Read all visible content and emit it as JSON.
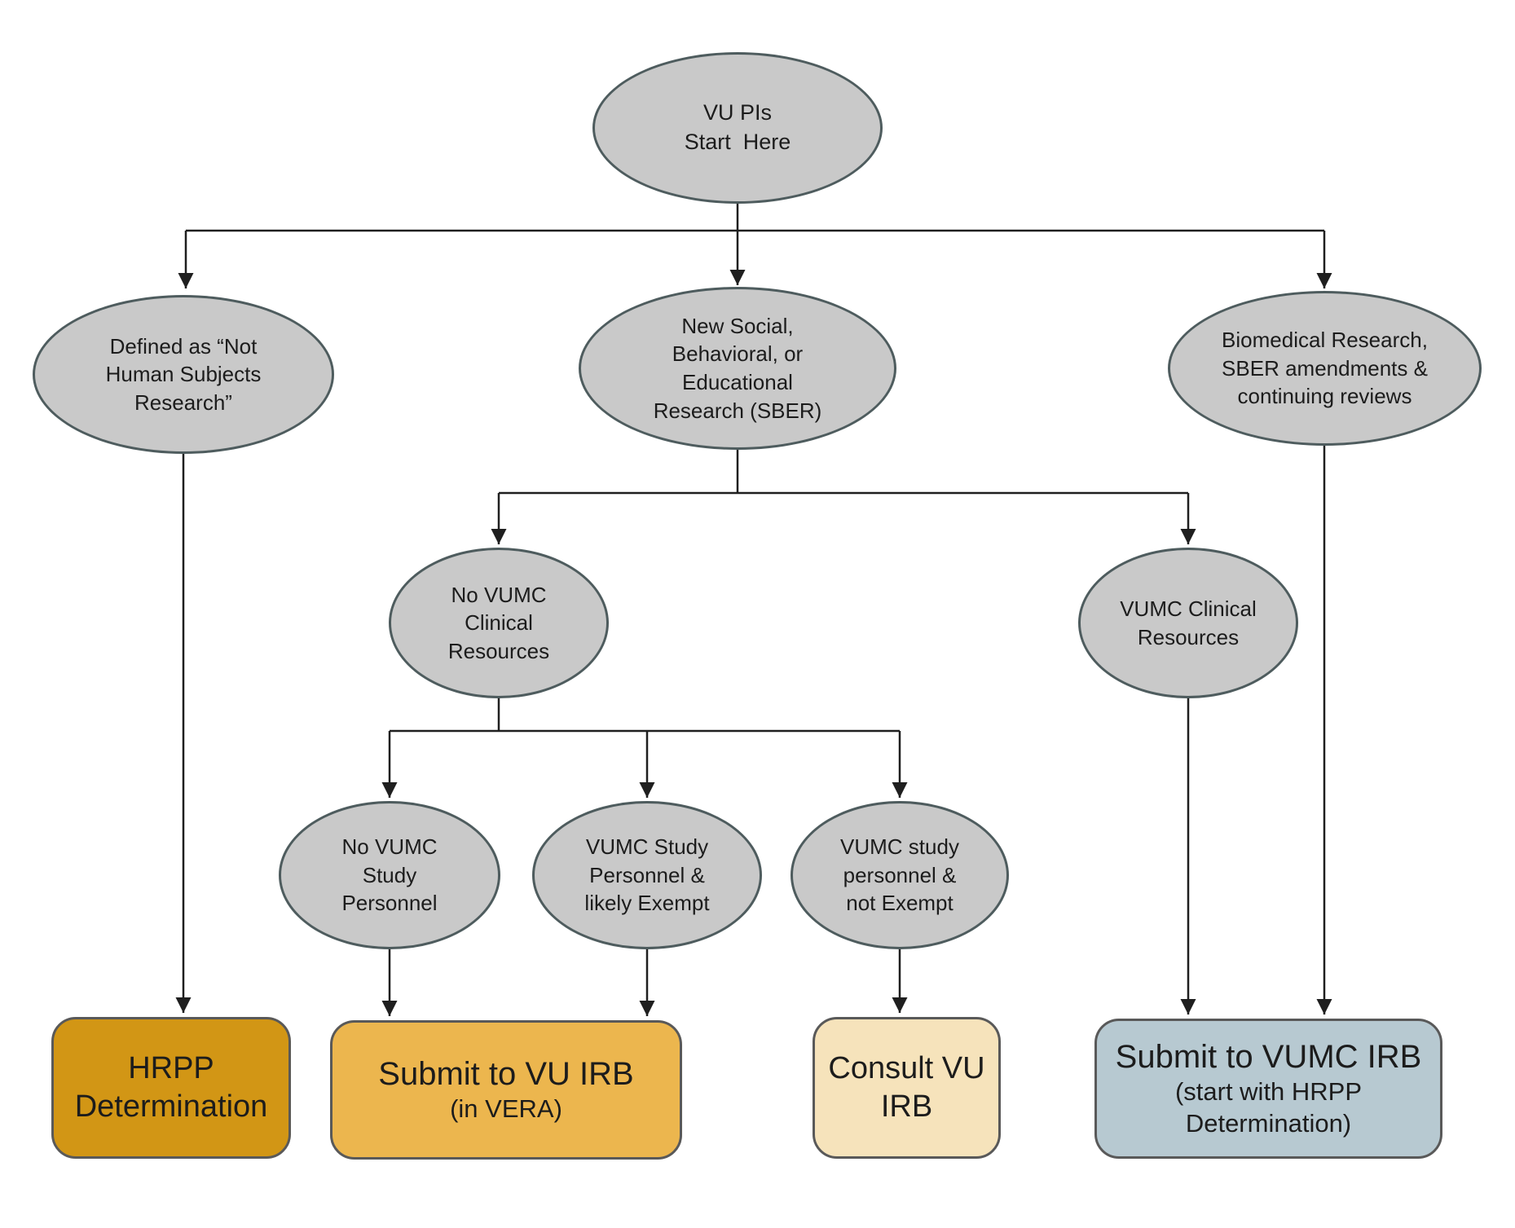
{
  "colors": {
    "ellipse_fill": "#c9c9c9",
    "ellipse_border": "#4e5c5e",
    "box_border": "#595959",
    "arrow": "#1f1f1f",
    "hrpp_fill": "#d29615",
    "vu_irb_fill": "#ecb64e",
    "consult_fill": "#f6e3bb",
    "vumc_irb_fill": "#b7c9d1"
  },
  "nodes": {
    "vu_pis": {
      "text": "VU PIs\nStart  Here"
    },
    "not_hsr": {
      "text": "Defined as “Not\nHuman Subjects\nResearch”"
    },
    "sber": {
      "text": "New Social,\nBehavioral, or\nEducational\nResearch (SBER)"
    },
    "biomedical": {
      "text": "Biomedical Research,\nSBER amendments &\ncontinuing reviews"
    },
    "no_vumc_clinical": {
      "text": "No VUMC\nClinical\nResources"
    },
    "vumc_clinical": {
      "text": "VUMC Clinical\nResources"
    },
    "no_vumc_study": {
      "text": "No VUMC\nStudy\nPersonnel"
    },
    "vumc_study_exempt": {
      "text": "VUMC Study\nPersonnel &\nlikely Exempt"
    },
    "vumc_study_not_exempt": {
      "text": "VUMC study\npersonnel &\nnot Exempt"
    }
  },
  "outcomes": {
    "hrpp": {
      "label": "HRPP\nDetermination"
    },
    "vu_irb": {
      "label": "Submit to VU IRB",
      "sublabel": "(in VERA)"
    },
    "consult": {
      "label": "Consult VU\nIRB"
    },
    "vumc_irb": {
      "label": "Submit to VUMC IRB",
      "sublabel": "(start with HRPP\nDetermination)"
    }
  }
}
